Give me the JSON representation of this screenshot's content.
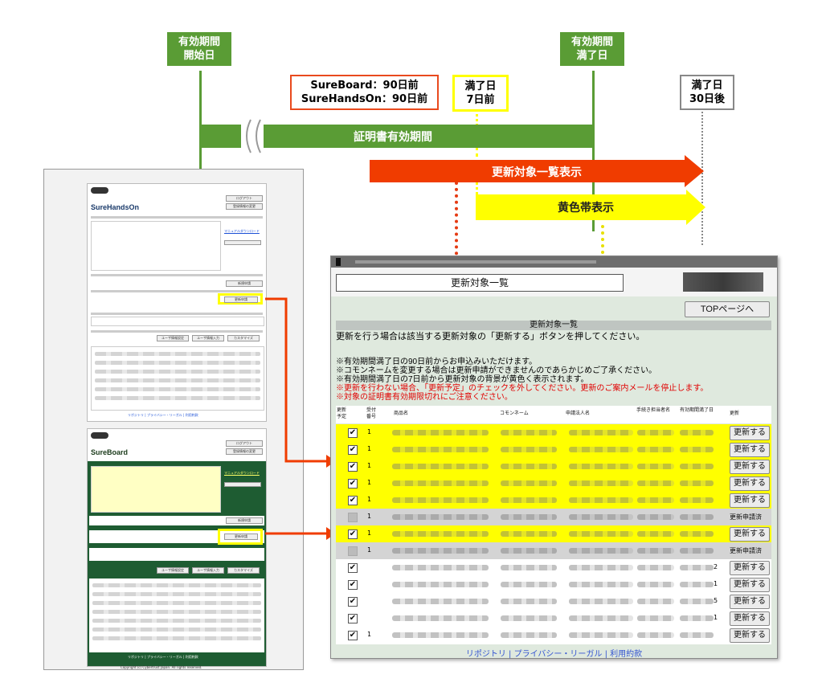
{
  "timeline": {
    "start_label": [
      "有効期間",
      "開始日"
    ],
    "expiry_label": [
      "有効期間",
      "満了日"
    ],
    "pre90": [
      "SureBoard：90日前",
      "SureHandsOn：90日前"
    ],
    "pre7": [
      "満了日",
      "7日前"
    ],
    "post30": [
      "満了日",
      "30日後"
    ],
    "validity_bar": "証明書有効期間",
    "list_bar": "更新対象一覧表示",
    "yellow_bar": "黄色帯表示"
  },
  "colors": {
    "green": "#5a9c35",
    "red": "#f03c00",
    "yellow": "#ffff00",
    "sureboard_green": "#1e5c32"
  },
  "thumb_handson": {
    "title": "SureHandsOn",
    "logout": "ログアウト",
    "user_change": "登録情報の変更",
    "manual": "マニュアルダウンロード",
    "apply": "新規申請",
    "renew": "更新申請",
    "user_add": "ユーザ情報設定",
    "user_input": "ユーザ情報入力",
    "customize": "カスタマイズ",
    "footer": "リポジトリ | プライバシー・リーガル | 利用約款"
  },
  "thumb_board": {
    "title": "SureBoard",
    "logout": "ログアウト",
    "user_change": "登録情報の変更",
    "manual": "マニュアルダウンロード",
    "apply": "新規申請",
    "renew": "更新申請",
    "user_add": "ユーザ情報設定",
    "user_input": "ユーザ情報入力",
    "customize": "カスタマイズ",
    "footer": "リポジトリ | プライバシー・リーガル | 利用約款",
    "copyright": "Copyright (c) Cybertrust Japan. All rights reserved."
  },
  "screen": {
    "window_title": "更新対象一覧",
    "top_button": "TOPページへ",
    "section_title": "更新対象一覧",
    "instruction": "更新を行う場合は該当する更新対象の「更新する」ボタンを押してください。",
    "notes": [
      "※有効期間満了日の90日前からお申込みいただけます。",
      "※コモンネームを変更する場合は更新申請ができませんのであらかじめご了承ください。",
      "※有効期間満了日の7日前から更新対象の背景が黄色く表示されます。"
    ],
    "red_notes": [
      "※更新を行わない場合、「更新予定」のチェックを外してください。更新のご案内メールを停止します。",
      "※対象の証明書有効期限切れにご注意ください。"
    ],
    "headers": [
      "更新予定",
      "受付番号",
      "商品名",
      "コモンネーム",
      "申請法人名",
      "手続き担当者名",
      "有効期間満了日",
      "更新"
    ],
    "renew_button": "更新する",
    "applied_label": "更新申請済",
    "rows": [
      {
        "state": "yellow",
        "checked": true,
        "action": "button",
        "num": "1",
        "count": ""
      },
      {
        "state": "yellow",
        "checked": true,
        "action": "button",
        "num": "1",
        "count": ""
      },
      {
        "state": "yellow",
        "checked": true,
        "action": "button",
        "num": "1",
        "count": ""
      },
      {
        "state": "yellow",
        "checked": true,
        "action": "button",
        "num": "1",
        "count": ""
      },
      {
        "state": "yellow",
        "checked": true,
        "action": "button",
        "num": "1",
        "count": ""
      },
      {
        "state": "gray",
        "checked": false,
        "action": "applied",
        "num": "1",
        "count": ""
      },
      {
        "state": "yellow",
        "checked": true,
        "action": "button",
        "num": "1",
        "count": ""
      },
      {
        "state": "gray",
        "checked": false,
        "action": "applied",
        "num": "1",
        "count": ""
      },
      {
        "state": "white",
        "checked": true,
        "action": "button",
        "num": "",
        "count": "2"
      },
      {
        "state": "white",
        "checked": true,
        "action": "button",
        "num": "",
        "count": "1"
      },
      {
        "state": "white",
        "checked": true,
        "action": "button",
        "num": "",
        "count": "5"
      },
      {
        "state": "white",
        "checked": true,
        "action": "button",
        "num": "",
        "count": "1"
      },
      {
        "state": "white",
        "checked": true,
        "action": "button",
        "num": "1",
        "count": ""
      }
    ],
    "footer": "リポジトリ | プライバシー・リーガル | 利用約款"
  }
}
